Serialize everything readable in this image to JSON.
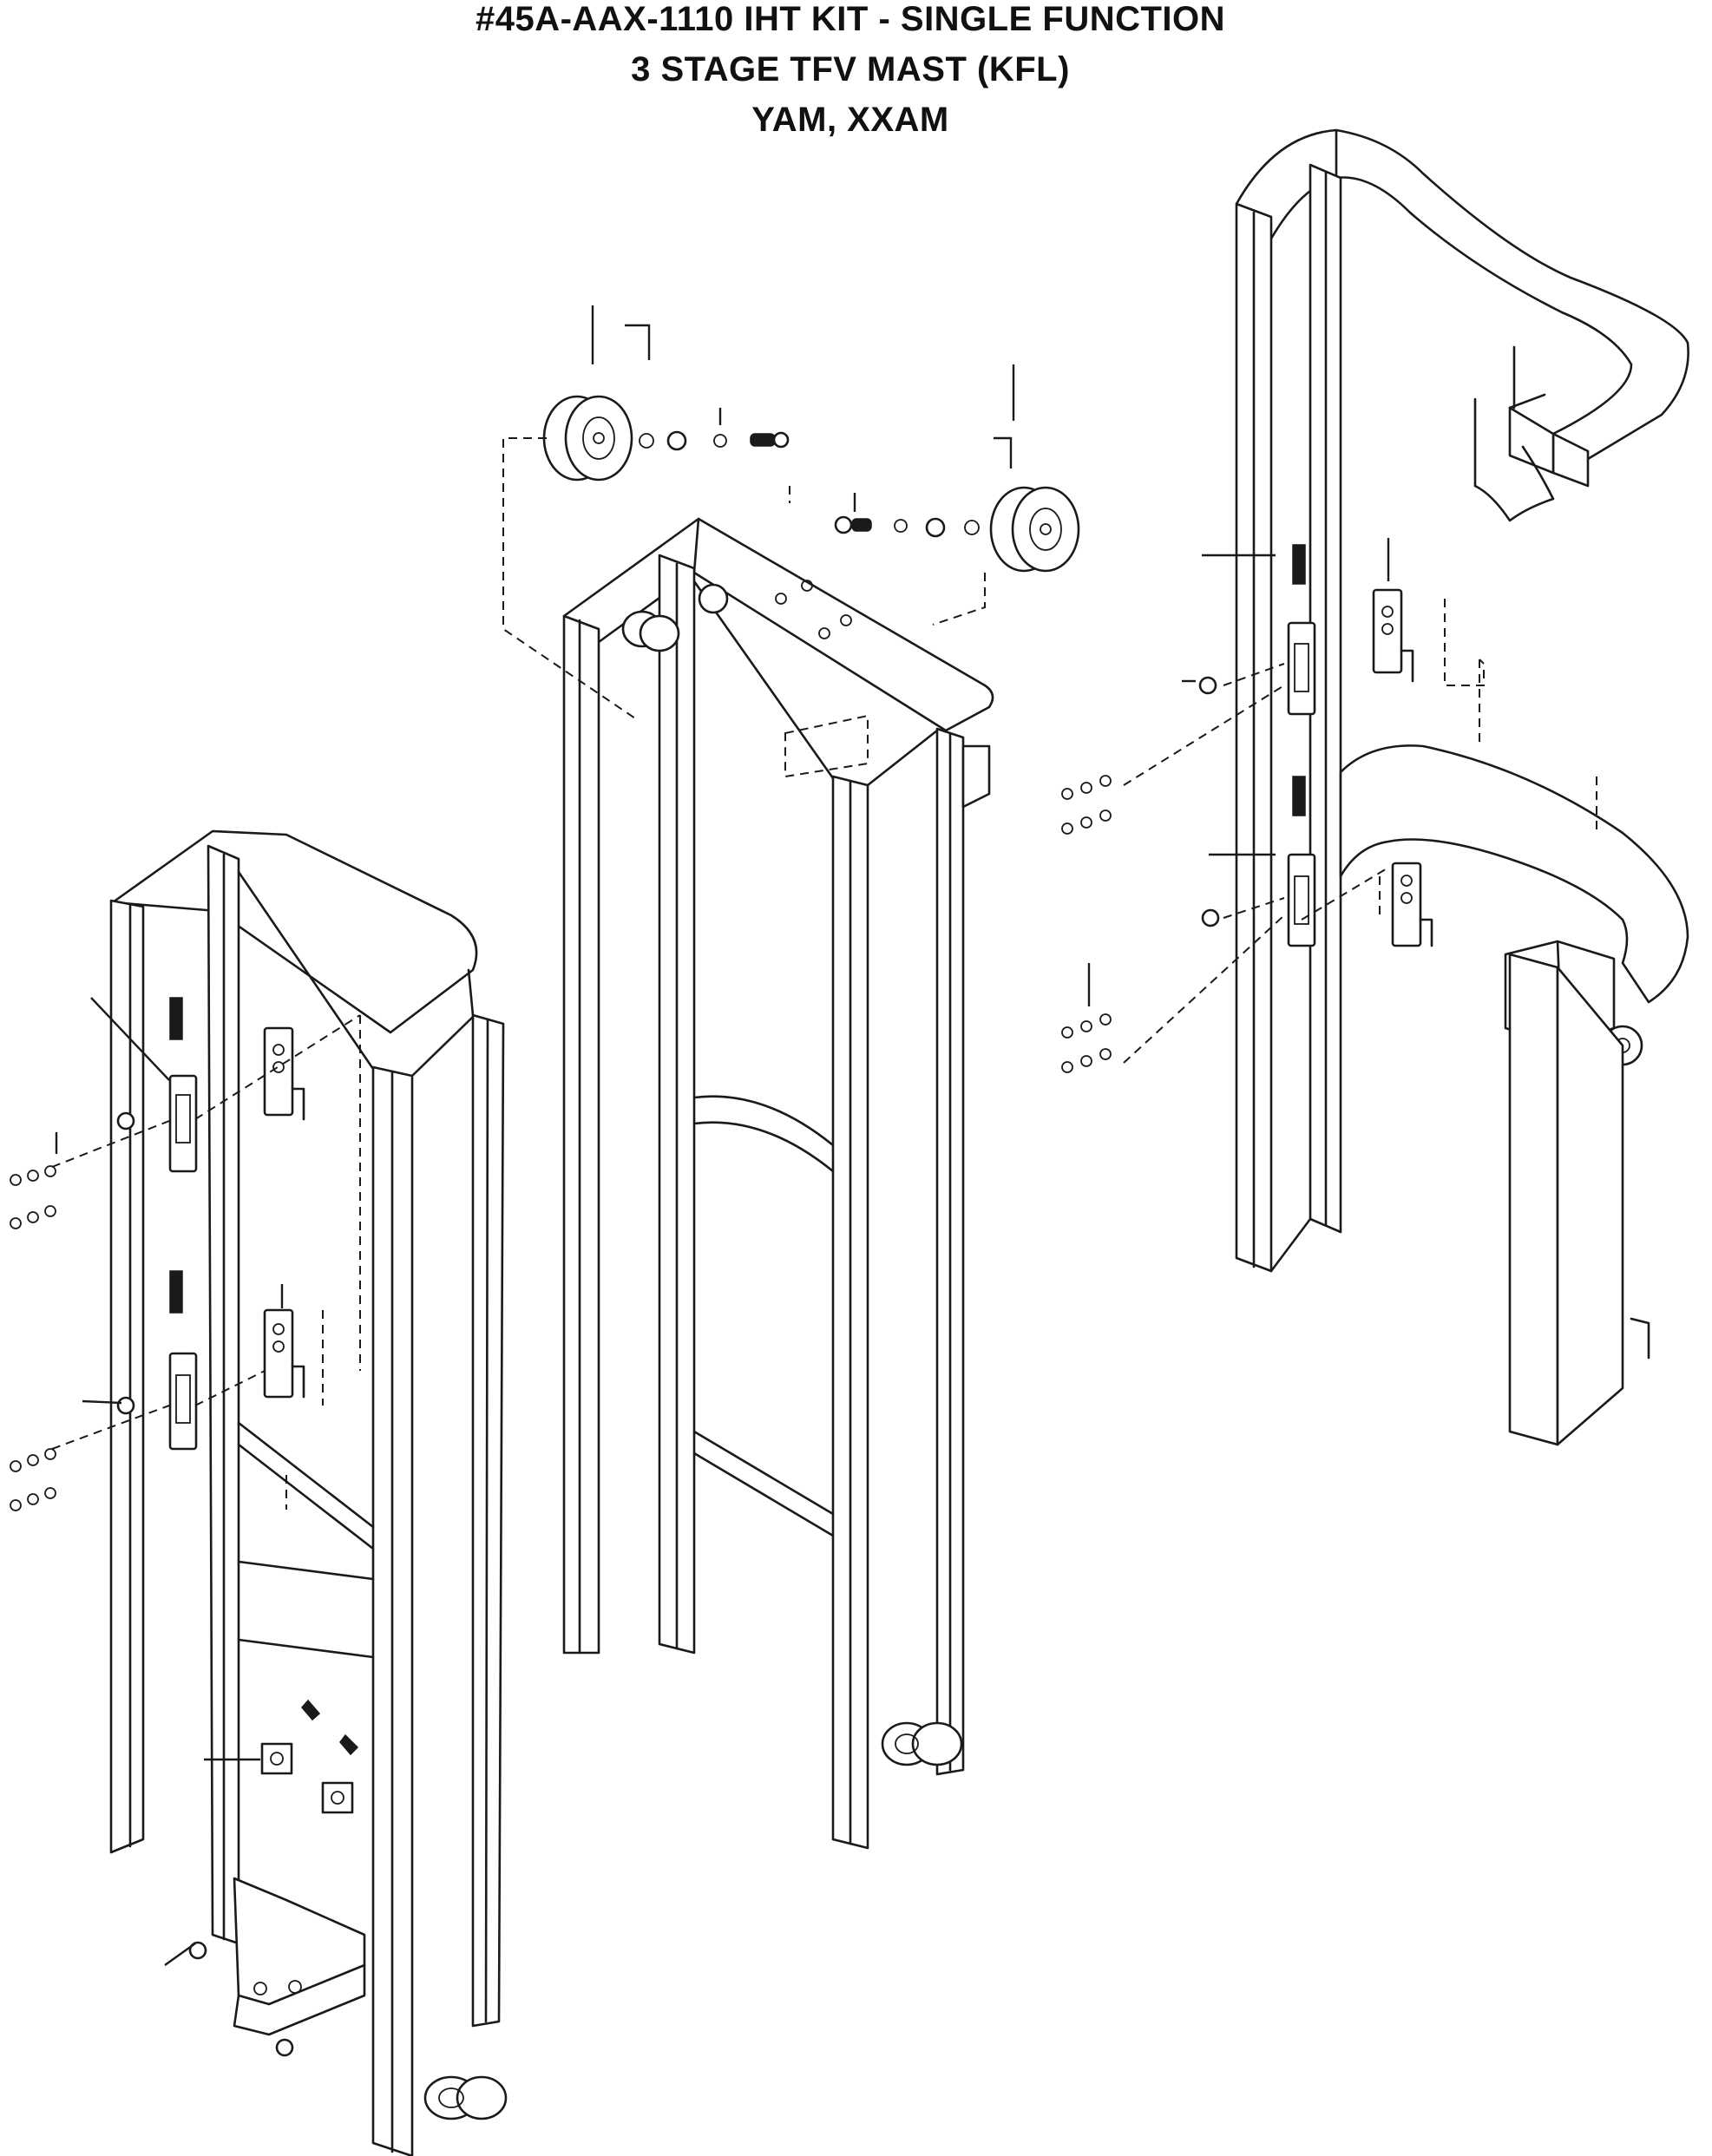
{
  "title": {
    "line1": "#45A-AAX-1110 IHT KIT - SINGLE FUNCTION",
    "line2": "3 STAGE TFV MAST (KFL)",
    "line3": "YAM, XXAM"
  }
}
